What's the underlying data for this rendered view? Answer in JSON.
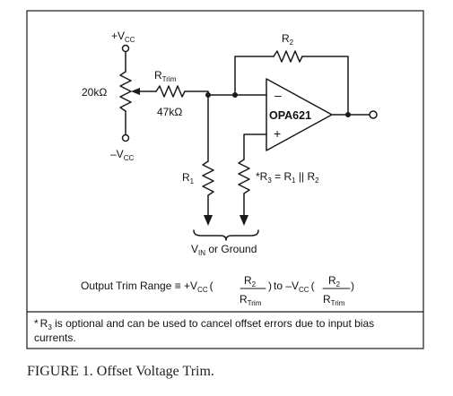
{
  "labels": {
    "vcc_pos": "+V",
    "vcc_neg": "–V",
    "vcc_sub": "CC",
    "pot_value": "20kΩ",
    "rtrim_name": "R",
    "rtrim_sub": "Trim",
    "rtrim_value": "47kΩ",
    "r2": "R",
    "r2_sub": "2",
    "r1": "R",
    "r1_sub": "1",
    "r3_a": "*R",
    "r3_sub": "3",
    "r3_b": " = R",
    "r3_sub2": "1",
    "r3_c": " || R",
    "r3_sub3": "2",
    "opamp": "OPA621",
    "inv_sign": "–",
    "noninv_sign": "+",
    "vin_v": "V",
    "vin_sub": "IN",
    "vin_rest": " or Ground"
  },
  "equation": {
    "lead": "Output Trim Range  ≡  +V",
    "vcc_sub": "CC",
    "paren_open": "(",
    "num": "R",
    "num_sub": "2",
    "paren_close": ")",
    "to": "to –V",
    "den": "R",
    "den_sub": "Trim"
  },
  "note": {
    "mark": "*",
    "r3": "R",
    "r3_sub": "3",
    "line1": " is optional and can be used to cancel offset errors due to input bias",
    "line2": "currents."
  },
  "caption": "FIGURE 1. Offset Voltage Trim."
}
